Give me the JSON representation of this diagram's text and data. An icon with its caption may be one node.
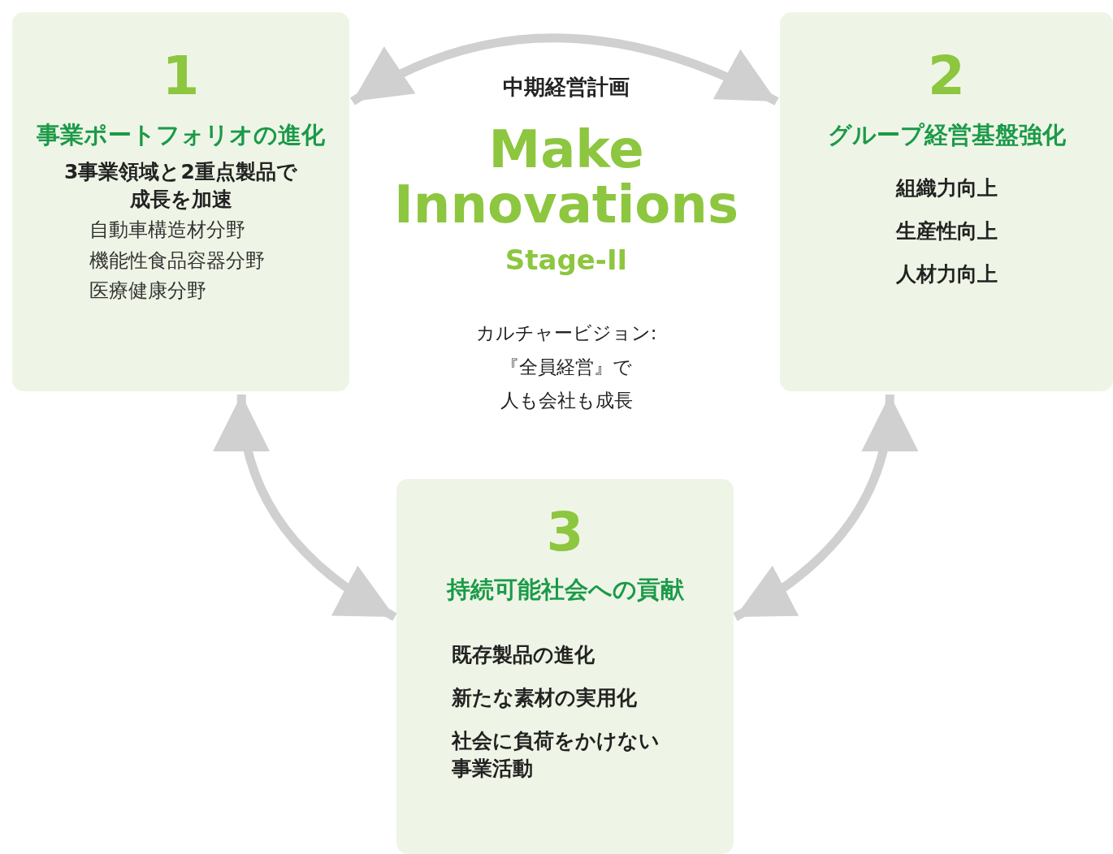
{
  "diagram": {
    "nodes": [
      {
        "text": [
          "1",
          "事業ポートフォリオの進化",
          "3事業領域と2重点製品で成長を加速",
          "自動車構造材分野",
          "機能性食品容器分野",
          "医療健康分野"
        ]
      },
      {
        "text": [
          "2",
          "グループ経営基盤強化",
          "組織力向上",
          "生産性向上",
          "人材力向上"
        ]
      },
      {
        "text": [
          "3",
          "持続可能社会への貢献",
          "既存製品の進化",
          "新たな素材の実用化",
          "社会に負荷をかけない事業活動"
        ]
      }
    ],
    "edges": [
      {
        "from": 0,
        "to": 1,
        "arrow": "both"
      },
      {
        "from": 0,
        "to": 2,
        "arrow": "both"
      },
      {
        "from": 1,
        "to": 2,
        "arrow": "both"
      }
    ],
    "labels": [
      "中期経営計画",
      "Make Innovations",
      "Stage-II",
      "カルチャービジョン:",
      "『全員経営』で",
      "人も会社も成長"
    ]
  }
}
